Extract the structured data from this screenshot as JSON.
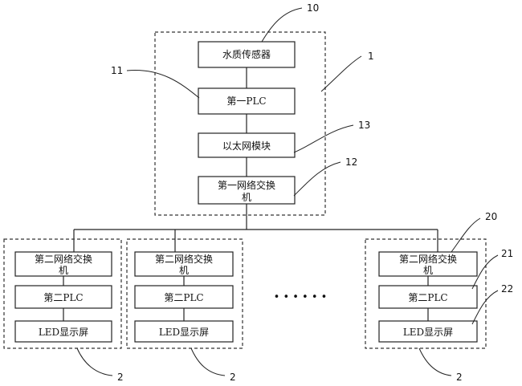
{
  "main_unit": {
    "ref": "1",
    "sensor": {
      "ref": "10",
      "label": "水质传感器"
    },
    "plc1": {
      "ref": "11",
      "label": "第一PLC"
    },
    "ethernet": {
      "ref": "13",
      "label": "以太网模块"
    },
    "switch1": {
      "ref": "12",
      "label_line1": "第一网络交换",
      "label_line2": "机"
    }
  },
  "sub_units": [
    {
      "ref": "2",
      "switch_line1": "第二网络交换",
      "switch_line2": "机",
      "plc": "第二PLC",
      "led": "LED显示屏"
    },
    {
      "ref": "2",
      "switch_line1": "第二网络交换",
      "switch_line2": "机",
      "plc": "第二PLC",
      "led": "LED显示屏"
    },
    {
      "ref": "2",
      "switch_line1": "第二网络交换",
      "switch_line2": "机",
      "plc": "第二PLC",
      "led": "LED显示屏"
    }
  ],
  "sub_unit_refs": {
    "unit": "20",
    "switch": "21",
    "plc": "22"
  },
  "ellipsis": "• • • • • •"
}
